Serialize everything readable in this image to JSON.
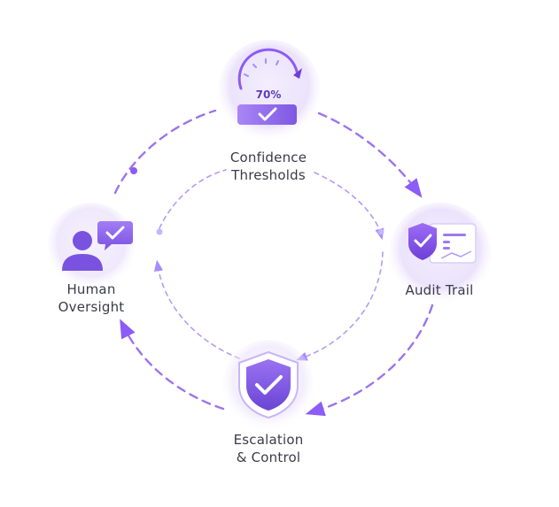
{
  "nodes": {
    "top": {
      "label": "Confidence\nThresholds",
      "gauge_value": "70%"
    },
    "right": {
      "label": "Audit Trail"
    },
    "bottom": {
      "label": "Escalation\n& Control"
    },
    "left": {
      "label": "Human\nOversight"
    }
  },
  "colors": {
    "accent": "#8b5cf6",
    "accent_dark": "#6d3fd6",
    "accent_light": "#c4b5fd",
    "halo": "#ede7fb",
    "text": "#3b3b48"
  }
}
